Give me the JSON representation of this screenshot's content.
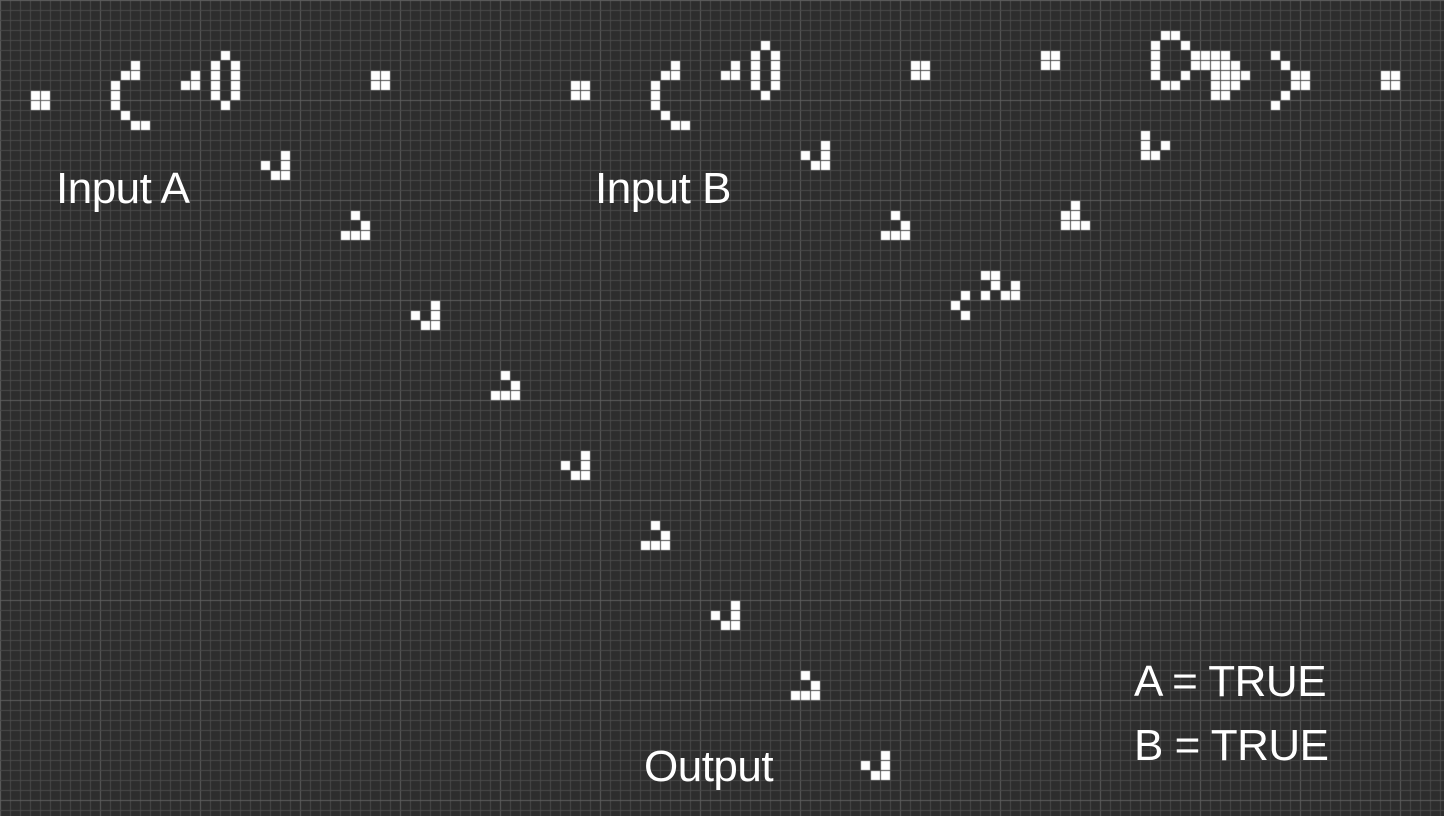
{
  "labels": {
    "input_a": "Input A",
    "input_b": "Input B",
    "output": "Output"
  },
  "state": {
    "a": "A = TRUE",
    "b": "B = TRUE"
  },
  "colors": {
    "background": "#2d2d2d",
    "grid_line": "#4a4a4a",
    "grid_major": "#5e5e5e",
    "live_cell": "#ffffff",
    "text": "#ffffff"
  },
  "icons": {
    "live_cell": "white-square-cell",
    "glider": "glider-pattern",
    "glider_gun": "gosper-glider-gun-pattern",
    "block": "still-life-block-pattern",
    "eater": "eater-pattern"
  }
}
